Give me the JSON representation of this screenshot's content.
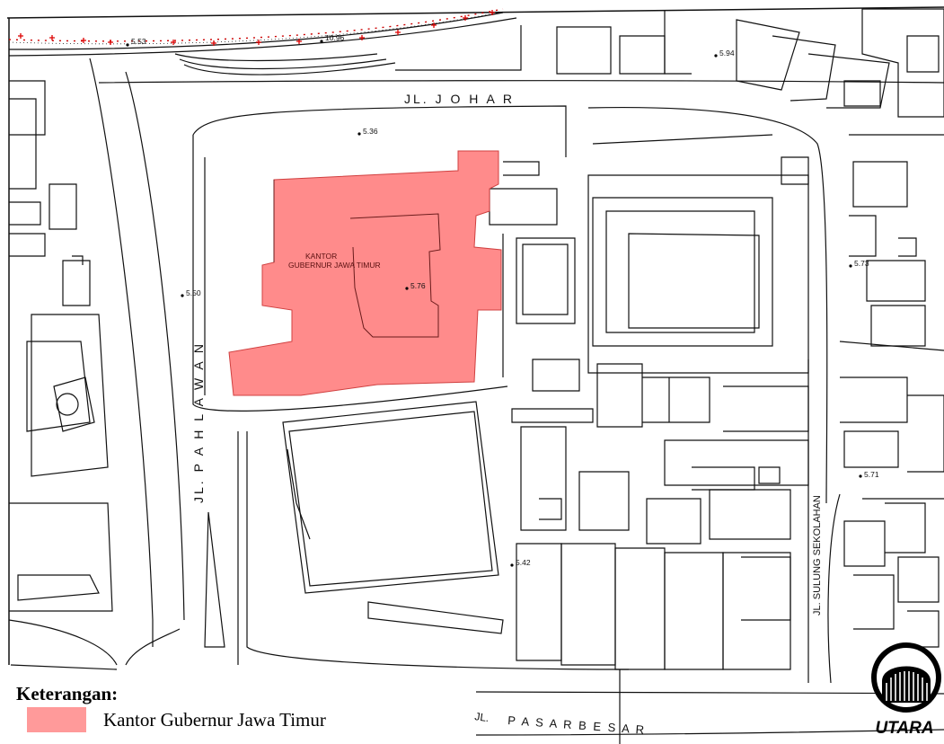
{
  "map": {
    "streets": {
      "johar": "JL.  J O H A R",
      "pahlawan": "JL.  P A H L A W A N",
      "sulung": "JL.  SULUNG SEKOLAHAN",
      "pasar_jl": "JL.",
      "pasar": "P A S A R     B E S A R"
    },
    "building": {
      "label_line1": "KANTOR",
      "label_line2": "GUBERNUR  JAWA  TIMUR",
      "highlight_color": "#ff8b8b"
    },
    "spot_heights": [
      "5.53",
      "10.96",
      "5.94",
      "5.36",
      "5.76",
      "5.50",
      "5.73",
      "5.71",
      "5.42"
    ]
  },
  "legend": {
    "title": "Keterangan:",
    "items": [
      {
        "label": "Kantor Gubernur Jawa Timur",
        "color": "#ff9a9a"
      }
    ]
  },
  "logo": {
    "text": "UTARA"
  }
}
